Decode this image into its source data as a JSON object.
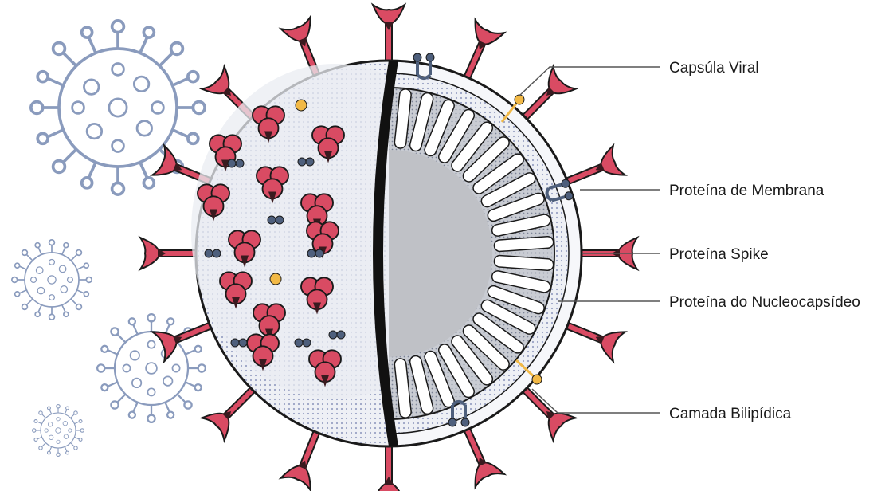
{
  "labels": {
    "capsid": "Capsúla Viral",
    "membrane_protein": "Proteína de Membrana",
    "spike_protein": "Proteína Spike",
    "nucleocapsid_protein": "Proteína do Nucleocapsídeo",
    "lipid_bilayer": "Camada Bilipídica"
  },
  "colors": {
    "spike": "#d94b63",
    "spike_dark": "#3a1a1f",
    "outline": "#1a1a1a",
    "virion_fill": "#e9ecf1",
    "dot_pattern": "#9aa2c4",
    "interior_gray": "#c7c9cd",
    "membrane_protein": "#4e5f7c",
    "yellow_dot": "#f2b946",
    "small_virus_line": "#8a9bbd"
  }
}
